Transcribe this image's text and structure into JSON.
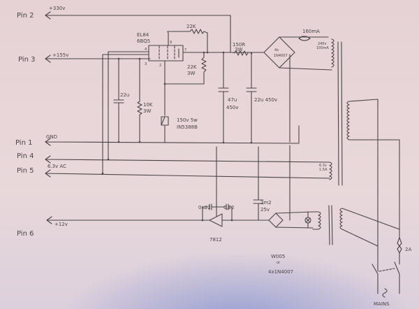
{
  "title": "EL84 / 6BQ5 power supply schematic (hand-drawn)",
  "pins": {
    "pin2": {
      "label": "Pin 2",
      "voltage": "+330v"
    },
    "pin3": {
      "label": "Pin 3",
      "voltage": "+155v"
    },
    "pin1": {
      "label": "Pin 1",
      "voltage": "GND"
    },
    "pin4": {
      "label": "Pin 4",
      "voltage": "6.3v AC"
    },
    "pin5": {
      "label": "Pin 5"
    },
    "pin6": {
      "label": "Pin 6",
      "voltage": "+12v"
    }
  },
  "tube": {
    "line1": "EL84",
    "line2": "6BQ5",
    "pin4": "4",
    "pin3": "3",
    "pin2": "2",
    "pin9": "9",
    "pin7": "7"
  },
  "components": {
    "r_top": "22K",
    "r_bottom": {
      "value": "22K",
      "power": "3W"
    },
    "r_150": {
      "value": "150R",
      "power": "3W"
    },
    "c_47": {
      "value": "47u",
      "voltage": "450v"
    },
    "c_22hv": "22u 450v",
    "c_22": "22u",
    "r_10k": {
      "value": "10K",
      "power": "3W"
    },
    "zener": {
      "line1": "150v 5w",
      "line2": "IN5388B"
    },
    "bridge_hv": {
      "line1": "4x",
      "line2": "1N4007"
    },
    "fuse_hv": "160mA",
    "hv_winding": {
      "line1": "240v",
      "line2": "100mA"
    },
    "heater_winding": {
      "line1": "6.3v",
      "line2": "1.5A"
    },
    "c_0u22_a": "0u22",
    "c_0u22_b": "0,22",
    "c_2m2": {
      "value": "2m2",
      "voltage": "25v"
    },
    "regulator": "7812",
    "bridge_lv": {
      "line1": "W005",
      "line2": "or",
      "line3": "4x1N4007"
    },
    "fuse_mains": "2A",
    "mains": {
      "symbol": "~",
      "label": "MAINS"
    }
  }
}
